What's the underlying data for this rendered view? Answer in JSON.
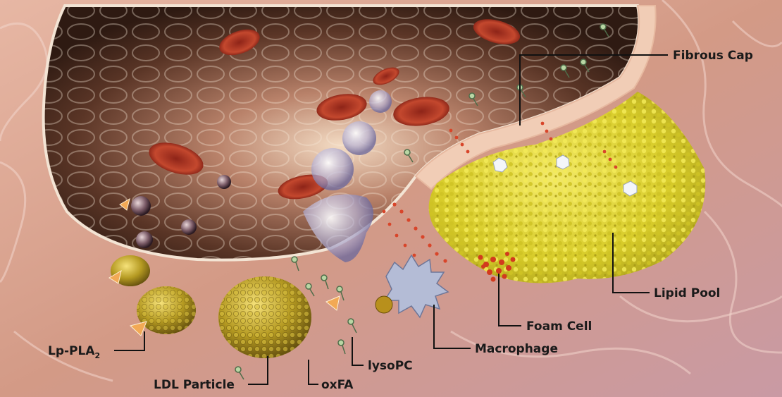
{
  "labels": {
    "fibrous_cap": "Fibrous Cap",
    "lipid_pool": "Lipid Pool",
    "foam_cell": "Foam Cell",
    "macrophage": "Macrophage",
    "lysopc": "lysoPC",
    "oxfa": "oxFA",
    "ldl_particle": "LDL Particle",
    "lp_pla2_main": "Lp-PLA",
    "lp_pla2_sub": "2"
  },
  "colors": {
    "vessel_tissue": "#d9a08f",
    "lumen_dark": "#3a2118",
    "lipid_yellow": "#e6dc3a",
    "foam_red": "#d23a1e",
    "ldl_gold": "#b9a128",
    "macrophage_blue": "#a9b3cf"
  }
}
